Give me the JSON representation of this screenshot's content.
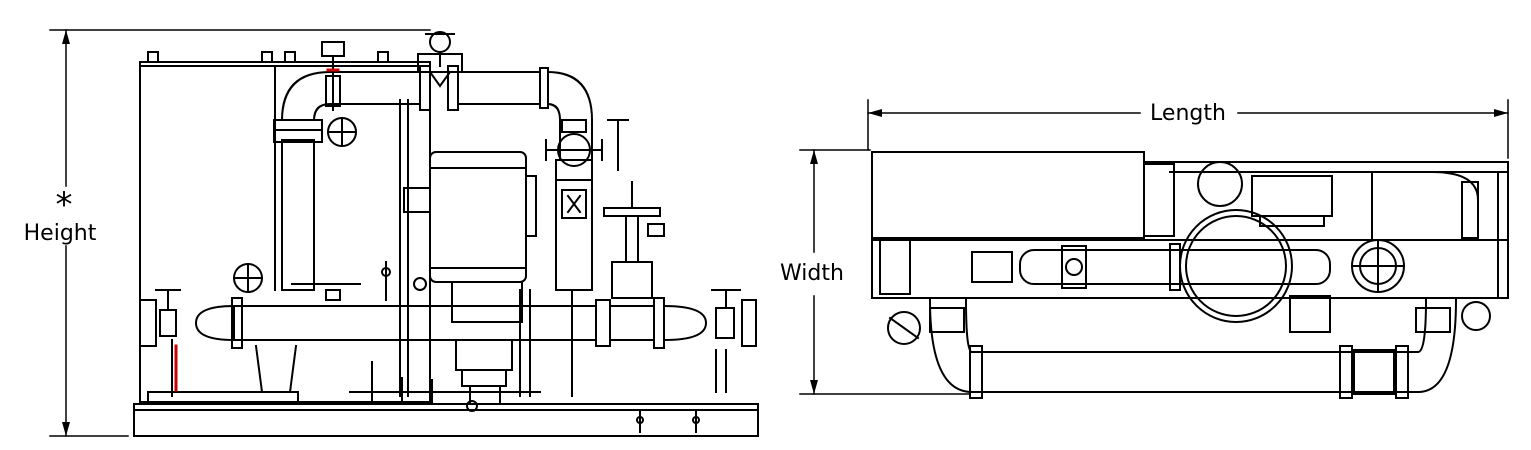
{
  "dimensions": {
    "height_label": "Height",
    "height_marker": "*",
    "length_label": "Length",
    "width_label": "Width"
  }
}
